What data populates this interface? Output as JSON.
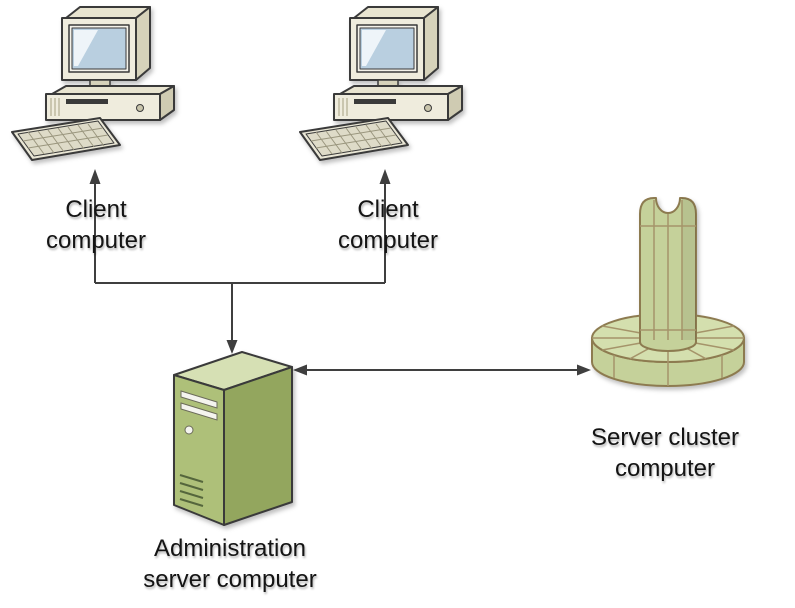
{
  "diagram": {
    "type": "network-topology",
    "nodes": {
      "client1": {
        "lines": [
          "Client",
          "computer"
        ]
      },
      "client2": {
        "lines": [
          "Client",
          "computer"
        ]
      },
      "admin_server": {
        "lines": [
          "Administration",
          "server computer"
        ]
      },
      "server_cluster": {
        "lines": [
          "Server cluster",
          "computer"
        ]
      }
    },
    "edges": [
      {
        "from": "admin_server",
        "to": "client1",
        "style": "elbow",
        "arrow_at": [
          "client1",
          "admin_server"
        ]
      },
      {
        "from": "admin_server",
        "to": "client2",
        "style": "elbow",
        "arrow_at": [
          "client2",
          "admin_server"
        ]
      },
      {
        "from": "admin_server",
        "to": "server_cluster",
        "style": "straight",
        "arrow_at": [
          "admin_server",
          "server_cluster"
        ]
      }
    ],
    "colors": {
      "background": "#ffffff",
      "connector": "#3f3f3f",
      "server_top": "#d6e0b4",
      "server_front": "#aec079",
      "server_side": "#93a65e",
      "cluster_fill": "#c5d19a",
      "cluster_top": "#d4dfae",
      "cluster_outline": "#8d7b50",
      "computer_beige": "#efecdd",
      "screen_blue": "#b9cfe0",
      "text": "#141414"
    }
  }
}
